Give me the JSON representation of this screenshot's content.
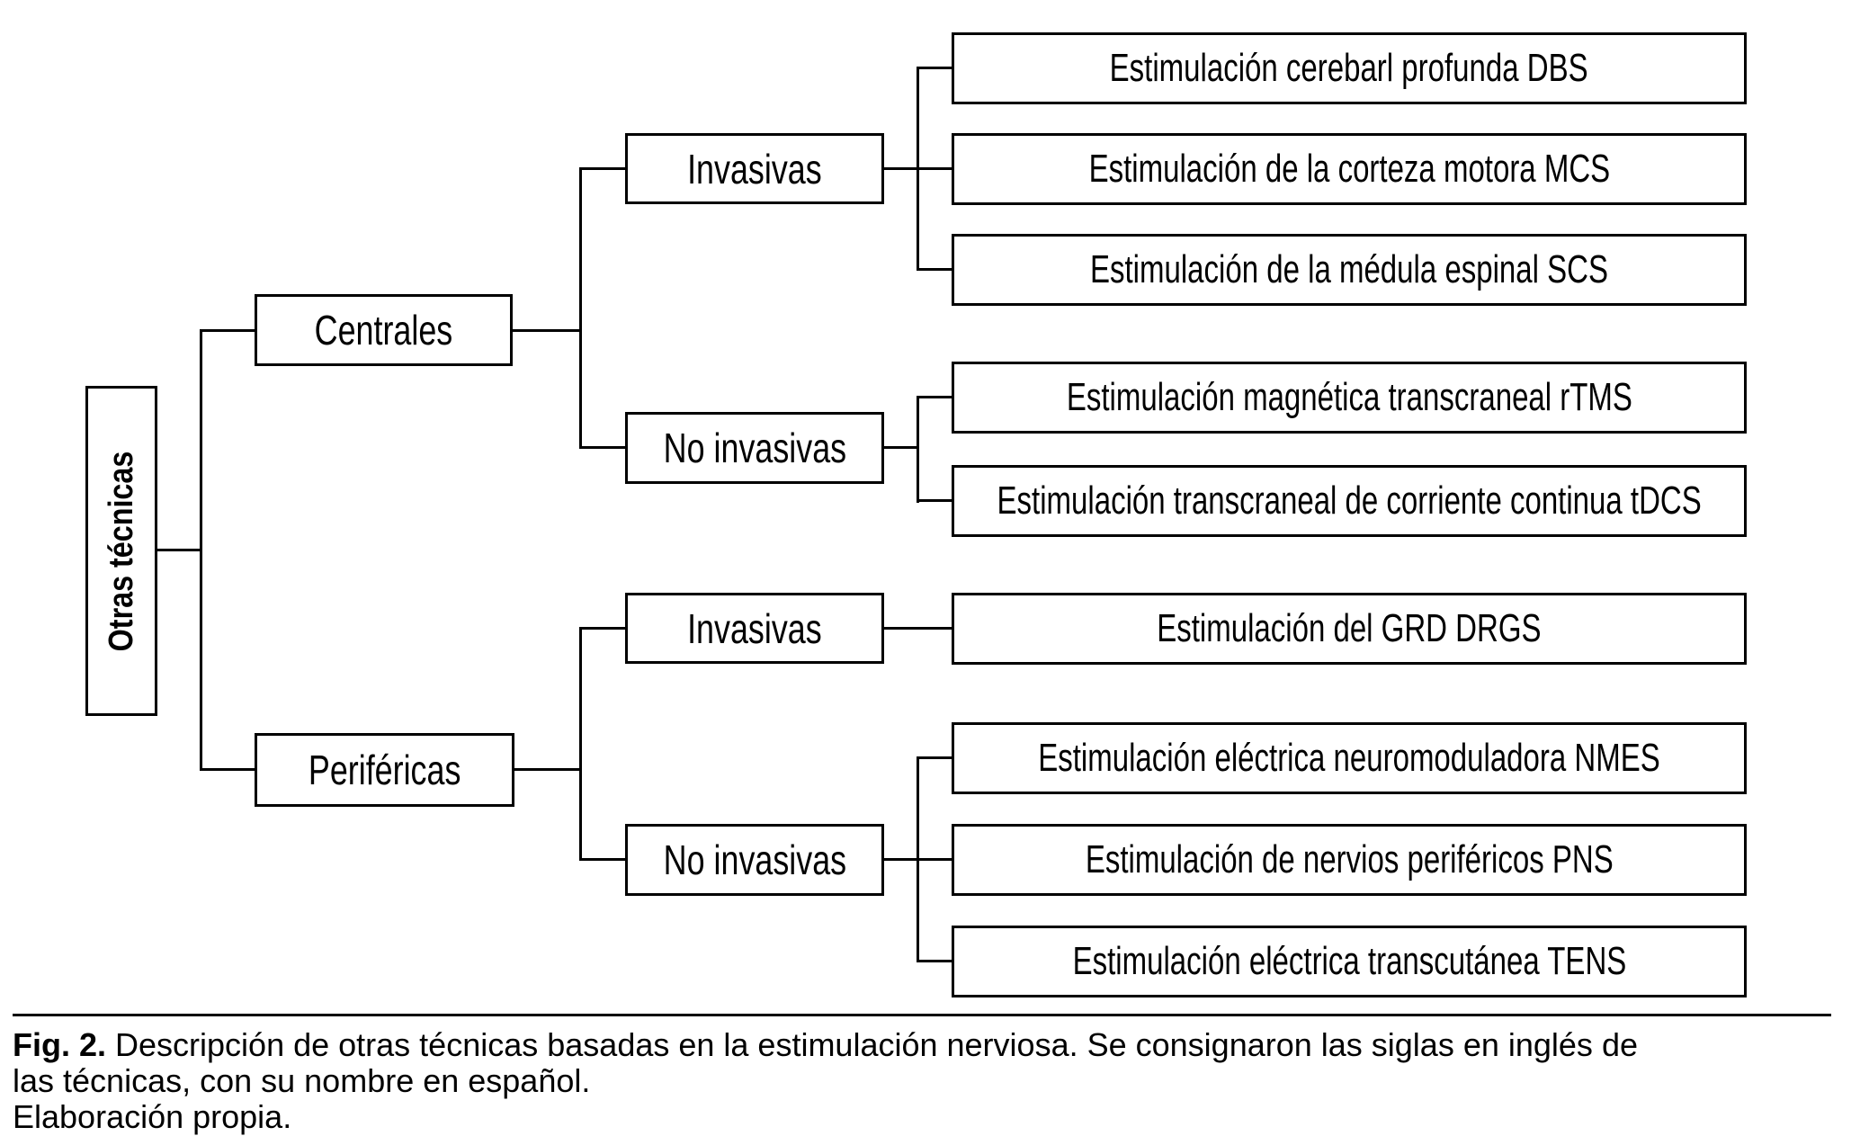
{
  "colors": {
    "line": "#000000",
    "background": "#ffffff",
    "text": "#000000"
  },
  "tree": {
    "label": "Otras técnicas",
    "children": [
      {
        "label": "Centrales",
        "children": [
          {
            "label": "Invasivas",
            "children": [
              {
                "label": "Estimulación cerebarl profunda DBS"
              },
              {
                "label": "Estimulación de la corteza motora MCS"
              },
              {
                "label": "Estimulación de la médula espinal SCS"
              }
            ]
          },
          {
            "label": "No invasivas",
            "children": [
              {
                "label": "Estimulación magnética transcraneal rTMS"
              },
              {
                "label": "Estimulación transcraneal de corriente continua tDCS"
              }
            ]
          }
        ]
      },
      {
        "label": "Periféricas",
        "children": [
          {
            "label": "Invasivas",
            "children": [
              {
                "label": "Estimulación del GRD DRGS"
              }
            ]
          },
          {
            "label": "No invasivas",
            "children": [
              {
                "label": "Estimulación eléctrica neuromoduladora NMES"
              },
              {
                "label": "Estimulación de nervios periféricos PNS"
              },
              {
                "label": "Estimulación eléctrica transcutánea TENS"
              }
            ]
          }
        ]
      }
    ]
  },
  "caption": {
    "fig_label": "Fig. 2.",
    "line1_rest": "Descripción de otras técnicas basadas en la estimulación nerviosa. Se consignaron las siglas en inglés de",
    "line2": "las técnicas, con su nombre en español.",
    "line3": "Elaboración propia."
  }
}
